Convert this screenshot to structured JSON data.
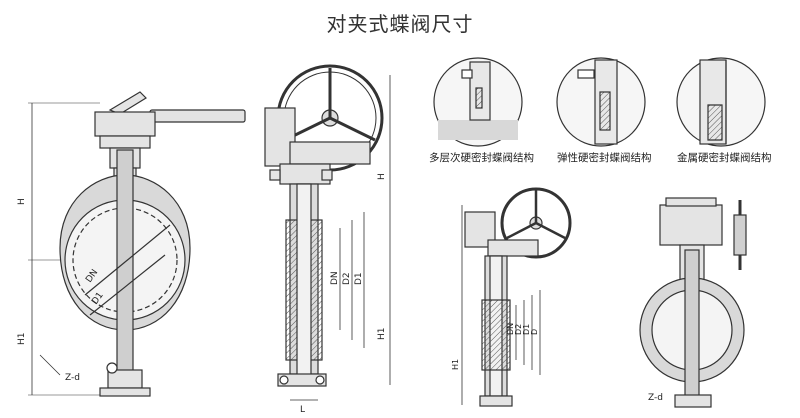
{
  "title": "对夹式蝶阀尺寸",
  "captions": {
    "multi_layer": "多层次硬密封蝶阀结构",
    "elastic": "弹性硬密封蝶阀结构",
    "metal": "金属硬密封蝶阀结构"
  },
  "dimension_labels": {
    "H": "H",
    "H1": "H1",
    "DN": "DN",
    "D1": "D1",
    "D2": "D2",
    "D": "D",
    "L": "L",
    "Z_d": "Z-d"
  },
  "colors": {
    "line": "#333333",
    "body_fill": "#e4e4e4",
    "body_dark": "#bdbdbd",
    "background": "#ffffff"
  }
}
